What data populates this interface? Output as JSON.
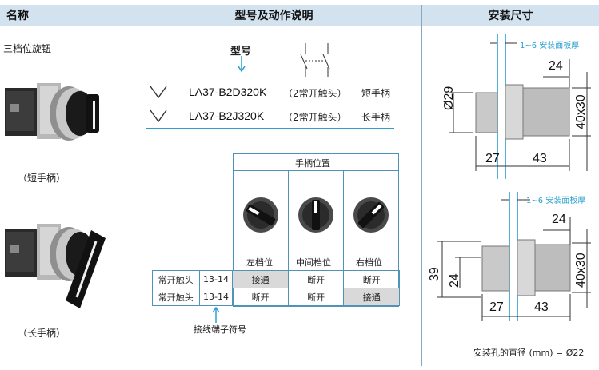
{
  "headers": {
    "name": "名称",
    "model": "型号及动作说明",
    "install": "安装尺寸"
  },
  "product_name": "三档位旋钮",
  "captions": {
    "short": "（短手柄）",
    "long": "（长手柄）"
  },
  "model_label": "型号",
  "models": [
    {
      "code": "LA37-B2D320K",
      "contacts": "（2常开触头）",
      "handle": "短手柄"
    },
    {
      "code": "LA37-B2J320K",
      "contacts": "（2常开触头）",
      "handle": "长手柄"
    }
  ],
  "table": {
    "title": "手柄位置",
    "positions": [
      "左档位",
      "中间档位",
      "右档位"
    ],
    "rows": [
      {
        "label": "常开触头",
        "terminal": "13-14",
        "states": [
          "接通",
          "断开",
          "断开"
        ],
        "on_index": 0
      },
      {
        "label": "常开触头",
        "terminal": "13-14",
        "states": [
          "断开",
          "断开",
          "接通"
        ],
        "on_index": 2
      }
    ]
  },
  "terminal_note": "接线端子符号",
  "dims_top": {
    "panel": "1~6 安装面板厚",
    "a": "24",
    "dia": "Ø29",
    "h": "40x30",
    "b": "27",
    "c": "43"
  },
  "dims_bottom": {
    "panel": "1~6 安装面板厚",
    "a": "24",
    "h1": "39",
    "h2": "24",
    "h": "40x30",
    "b": "27",
    "c": "43"
  },
  "hole_note": "安装孔的直径 (mm) = Ø22",
  "colors": {
    "header_bg": "#d3e2ef",
    "accent": "#2a9fd0",
    "table_border": "#4d94b8",
    "on_cell": "#d9d9d9"
  }
}
